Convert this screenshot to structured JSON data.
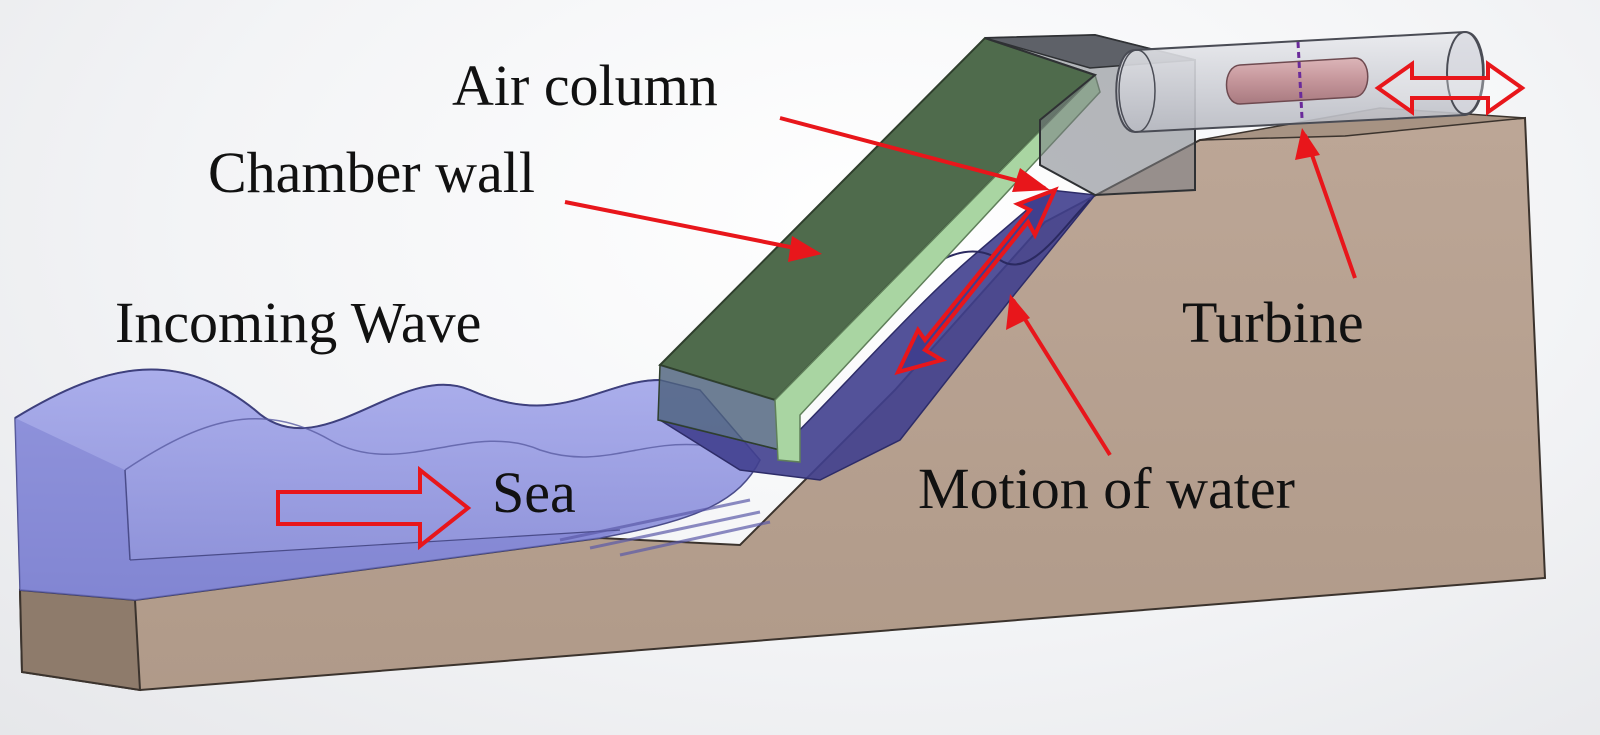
{
  "labels": {
    "air_column": "Air column",
    "chamber_wall": "Chamber wall",
    "incoming_wave": "Incoming Wave",
    "sea": "Sea",
    "turbine": "Turbine",
    "motion_of_water": "Motion of water"
  },
  "colors": {
    "arrow": "#e8161b",
    "ground": "#b7a190",
    "ground_side": "#8e7b6b",
    "sea": "#8c8fdc",
    "water_chamber": "#403f8e",
    "chamber_wall_top": "#4f6b4c",
    "chamber_wall_edge": "#a9d5a2",
    "turbine": "#c99ca0"
  },
  "icons": [
    "right-arrow-icon",
    "double-headed-arrow-icon"
  ]
}
